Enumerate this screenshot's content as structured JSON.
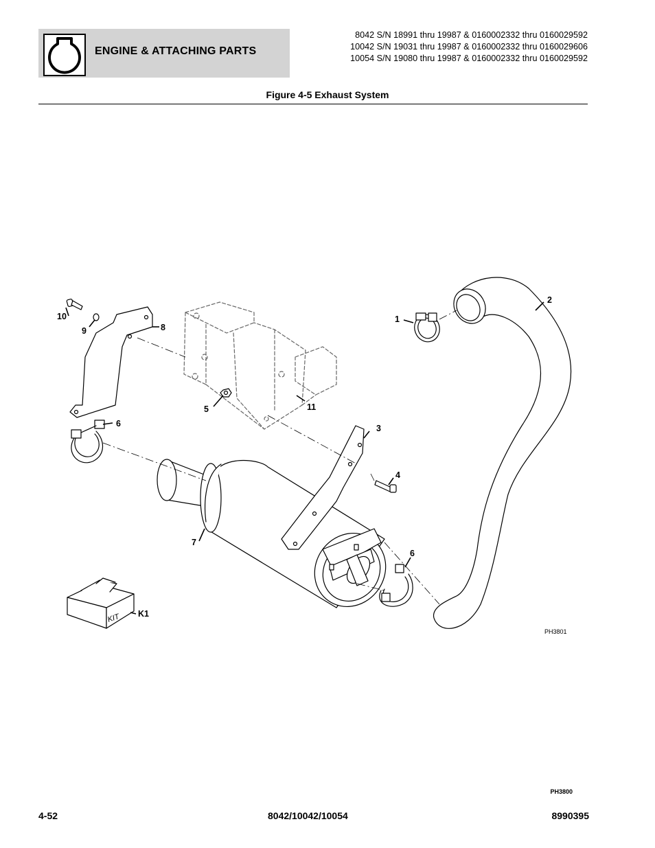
{
  "header": {
    "section_title": "ENGINE & ATTACHING PARTS",
    "serials": [
      "8042 S/N 18991 thru 19987 & 0160002332 thru 0160029592",
      "10042 S/N 19031 thru 19987 & 0160002332 thru 0160029606",
      "10054 S/N 19080 thru 19987 & 0160002332 thru 0160029592"
    ]
  },
  "figure": {
    "title": "Figure 4-5 Exhaust System",
    "image_code": "PH3801",
    "page_code": "PH3800",
    "kit_text": "KIT",
    "callouts": {
      "c1": "1",
      "c2": "2",
      "c3": "3",
      "c4": "4",
      "c5": "5",
      "c6a": "6",
      "c6b": "6",
      "c7": "7",
      "c8": "8",
      "c9": "9",
      "c10": "10",
      "c11": "11",
      "k1": "K1"
    }
  },
  "footer": {
    "page_number": "4-52",
    "models": "8042/10042/10054",
    "doc_number": "8990395"
  }
}
